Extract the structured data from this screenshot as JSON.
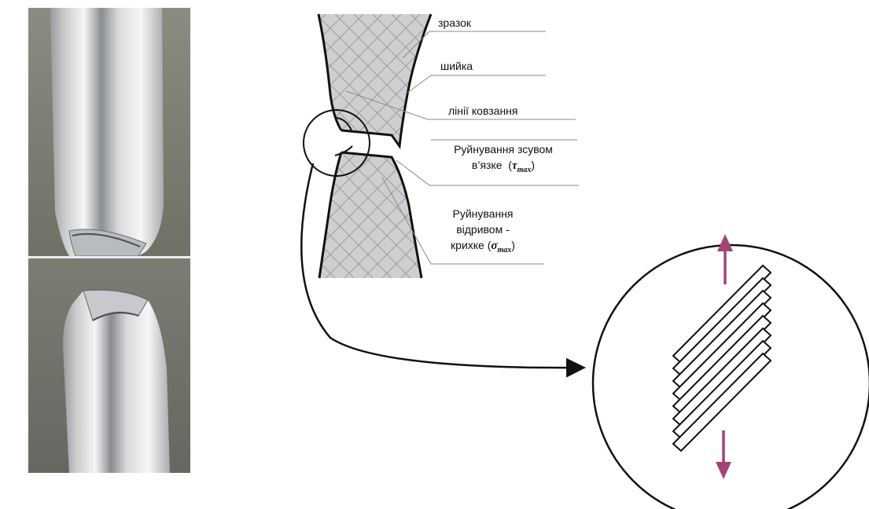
{
  "figure": {
    "labels": {
      "specimen": "зразок",
      "neck": "шийка",
      "slip_lines": "лінії ковзання",
      "shear_fracture_line1": "Руйнування зсувом",
      "shear_fracture_line2": "в’язке",
      "brittle_fracture_line1": "Руйнування",
      "brittle_fracture_line2": "відривом -",
      "brittle_fracture_line3": "крихке"
    },
    "symbols": {
      "tau": "τ",
      "sigma": "σ",
      "subscript": "max"
    },
    "colors": {
      "specimen_fill": "#cfcfd2",
      "outline": "#111111",
      "arrow": "#a3437a",
      "photo_bg": "#7d7f76"
    }
  }
}
